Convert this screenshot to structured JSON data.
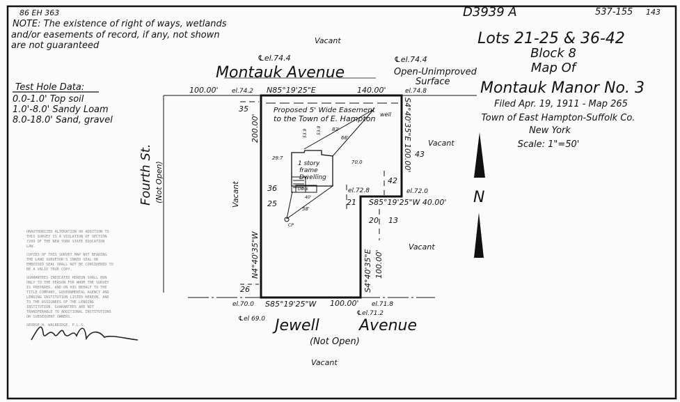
{
  "header": {
    "file_no": "86 EH 363",
    "drawing_no": "D3939 A",
    "ref_no": "537-155",
    "ref_suffix": "143"
  },
  "note": {
    "lines": [
      "NOTE: The existence of right of ways, wetlands",
      "and/or easements of record, if any, not shown",
      "are not guaranteed"
    ]
  },
  "test_hole": {
    "title": "Test Hole Data:",
    "rows": [
      "0.0-1.0' Top soil",
      "1.0'-8.0' Sandy Loam",
      "8.0-18.0' Sand, gravel"
    ]
  },
  "title_block": {
    "lots": "Lots 21-25 & 36-42",
    "block": "Block 8",
    "map_of": "Map Of",
    "subdivision": "Montauk Manor No. 3",
    "filed": "Filed Apr. 19, 1911 - Map 265",
    "town": "Town of East Hampton-Suffolk Co.",
    "state": "New York",
    "scale": "Scale: 1\"=50'"
  },
  "streets": {
    "montauk": "Montauk      Avenue",
    "montauk_note_1": "Open-Unimproved",
    "montauk_note_2": "Surface",
    "fourth": "Fourth St.",
    "fourth_note": "(Not Open)",
    "jewell": "Jewell",
    "jewell_avenue": "Avenue",
    "jewell_note": "(Not Open)"
  },
  "elevations": {
    "cl_top_left": "℄el.74.4",
    "cl_top_right": "℄el.74.4",
    "top_left_corner": "el.74.2",
    "top_right_corner": "el.74.8",
    "step_inner": "el.72.8",
    "step_outer": "el.72.0",
    "bottom_left": "el.70.0",
    "bottom_right": "el.71.8",
    "cl_bottom_left": "℄el 69.0",
    "cl_bottom_right": "℄el.71.2",
    "spot_1": "29.7",
    "spot_2": "70.0",
    "spot_3": "53.9",
    "spot_4": "53.9"
  },
  "bearings": {
    "top": "N85°19'25\"E",
    "top_dist": "140.00'",
    "street_dist": "100.00'",
    "left": "N4°40'35\"W",
    "left_dist": "200.00'",
    "right": "S4°40'35\"E 100.00'",
    "step": "S85°19'25\"W 40.00'",
    "inner": "S4°40'35\"E",
    "inner_dist": "100.00'",
    "bottom": "S85°19'25\"W",
    "bottom_dist": "100.00'"
  },
  "lot_numbers": [
    "35",
    "36",
    "25",
    "26",
    "21",
    "42",
    "43",
    "20",
    "13"
  ],
  "labels": {
    "easement_1": "Proposed 5' Wide Easement",
    "easement_2": "to the Town of E. Hampton",
    "well": "well",
    "dwelling_1": "1 story",
    "dwelling_2": "frame",
    "dwelling_3": "Dwelling",
    "deck": "Deck",
    "dist_82": "82'",
    "dist_66": "66'",
    "dist_58": "58'",
    "dist_40": "40'",
    "dist_cp": "CP",
    "vacant_top": "Vacant",
    "vacant_left": "Vacant",
    "vacant_right_1": "Vacant",
    "vacant_right_2": "Vacant",
    "vacant_bottom": "Vacant",
    "north": "N"
  },
  "certification": {
    "paragraphs": [
      "UNAUTHORIZED ALTERATION OR ADDITION TO THIS SURVEY IS A VIOLATION OF SECTION 7209 OF THE NEW YORK STATE EDUCATION LAW.",
      "COPIES OF THIS SURVEY MAP NOT BEARING THE LAND SURVEYOR'S INKED SEAL OR EMBOSSED SEAL SHALL NOT BE CONSIDERED TO BE A VALID TRUE COPY.",
      "GUARANTEES INDICATED HEREON SHALL RUN ONLY TO THE PERSON FOR WHOM THE SURVEY IS PREPARED, AND ON HIS BEHALF TO THE TITLE COMPANY, GOVERNMENTAL AGENCY AND LENDING INSTITUTION LISTED HEREON, AND TO THE ASSIGNEES OF THE LENDING INSTITUTION. GUARANTEES ARE NOT TRANSFERABLE TO ADDITIONAL INSTITUTIONS OR SUBSEQUENT OWNERS."
    ],
    "surveyor": "GEORGE H. WALBRIDGE, P.L.S."
  },
  "colors": {
    "ink": "#111111",
    "paper": "#ffffff",
    "faint": "#888888"
  }
}
